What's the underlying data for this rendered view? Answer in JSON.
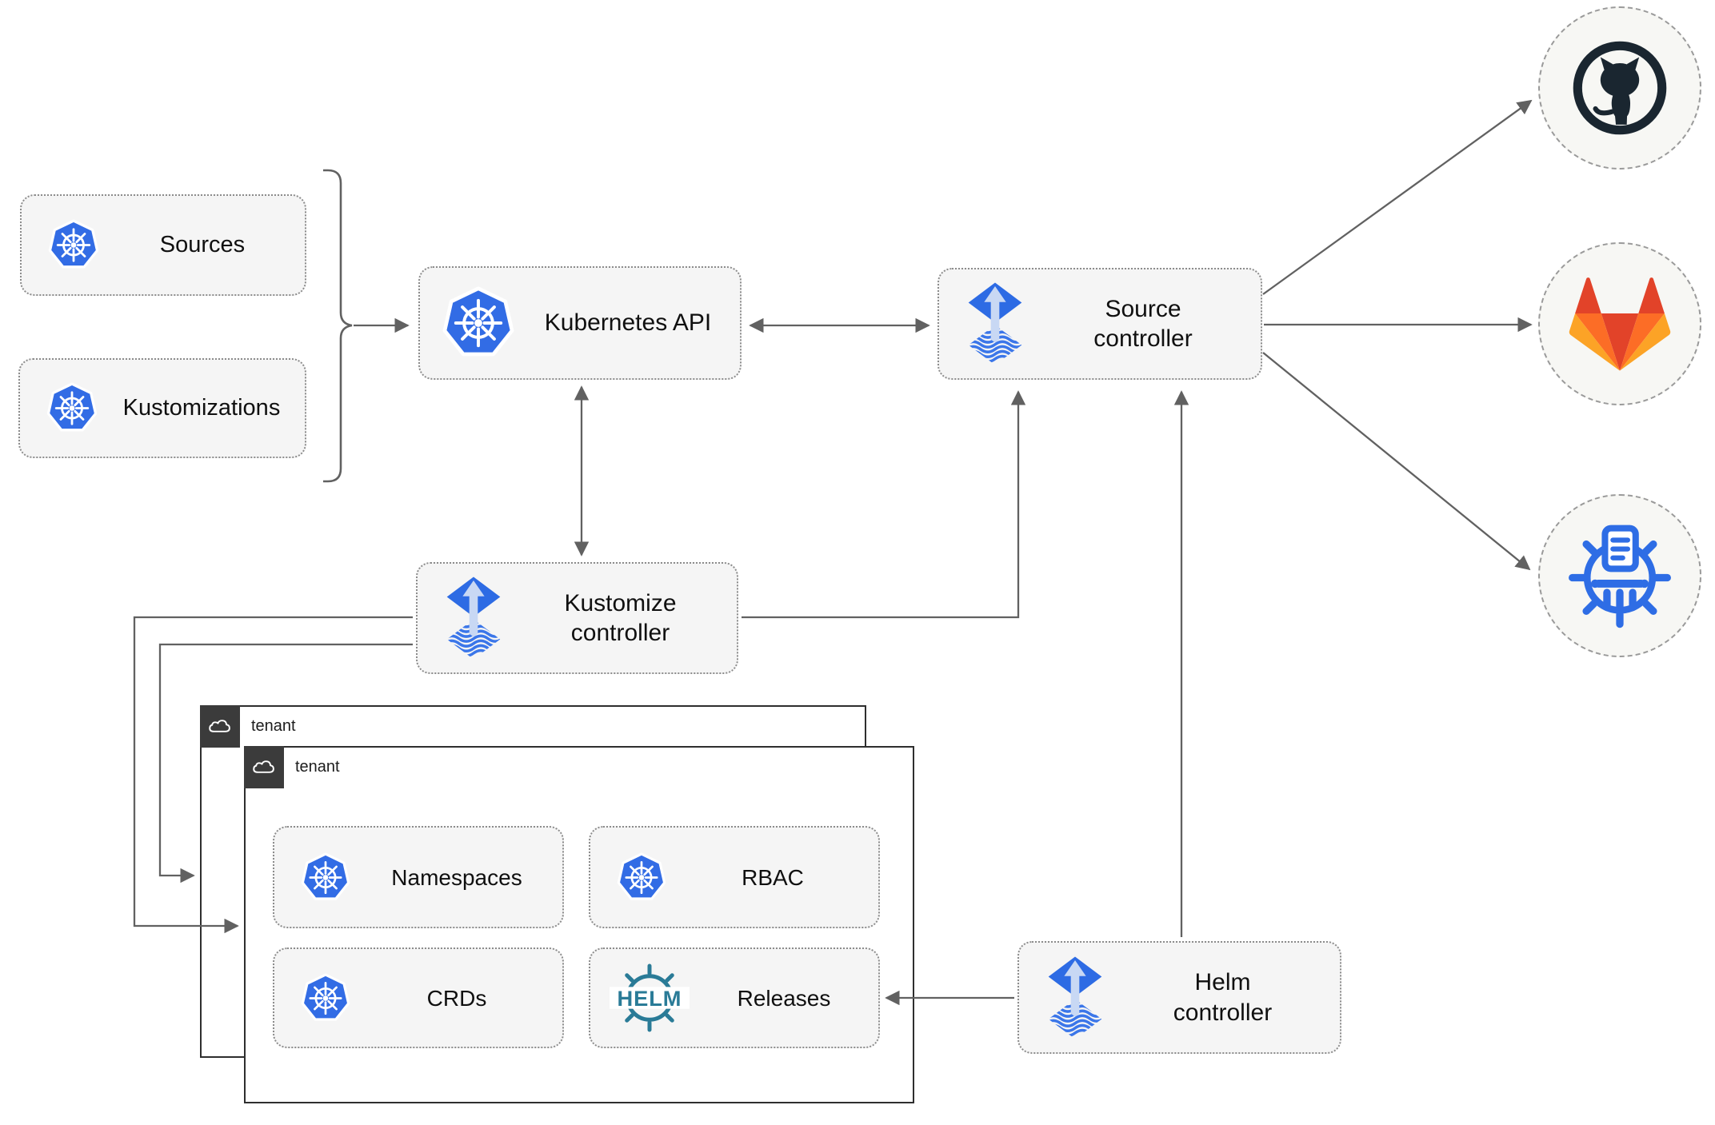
{
  "diagram": {
    "nodes": {
      "sources": {
        "label": "Sources",
        "icon": "kubernetes-icon"
      },
      "kustomizations": {
        "label": "Kustomizations",
        "icon": "kubernetes-icon"
      },
      "kubernetes_api": {
        "label": "Kubernetes API",
        "icon": "kubernetes-icon"
      },
      "source_controller": {
        "label": "Source controller",
        "icon": "flux-icon"
      },
      "kustomize_controller": {
        "label": "Kustomize controller",
        "icon": "flux-icon"
      },
      "helm_controller": {
        "label": "Helm controller",
        "icon": "flux-icon"
      },
      "namespaces": {
        "label": "Namespaces",
        "icon": "kubernetes-icon"
      },
      "rbac": {
        "label": "RBAC",
        "icon": "kubernetes-icon"
      },
      "crds": {
        "label": "CRDs",
        "icon": "kubernetes-icon"
      },
      "releases": {
        "label": "Releases",
        "icon": "helm-icon"
      }
    },
    "groups": {
      "tenant_back": {
        "label": "tenant",
        "icon": "cloud-icon"
      },
      "tenant_front": {
        "label": "tenant",
        "icon": "cloud-icon"
      }
    },
    "remotes": {
      "github": {
        "icon": "github-icon"
      },
      "gitlab": {
        "icon": "gitlab-icon"
      },
      "registry": {
        "icon": "container-registry-icon"
      }
    },
    "icons": {
      "helm_wordmark": "HELM"
    },
    "colors": {
      "kubernetes_blue": "#326ce5",
      "flux_blue": "#2d6be4",
      "flux_light_blue": "#c8d8f4",
      "helm_teal": "#2a7b97",
      "github_dark": "#1a2630",
      "gitlab_red": "#e24329",
      "gitlab_orange": "#fc6d26",
      "gitlab_amber": "#fca326",
      "registry_blue": "#2e6de5",
      "connector_gray": "#616161",
      "node_fill": "#f5f5f5",
      "node_border": "#8c8c8c",
      "tenant_border": "#2e2e2e",
      "tenant_tab": "#3b3b3b"
    }
  }
}
